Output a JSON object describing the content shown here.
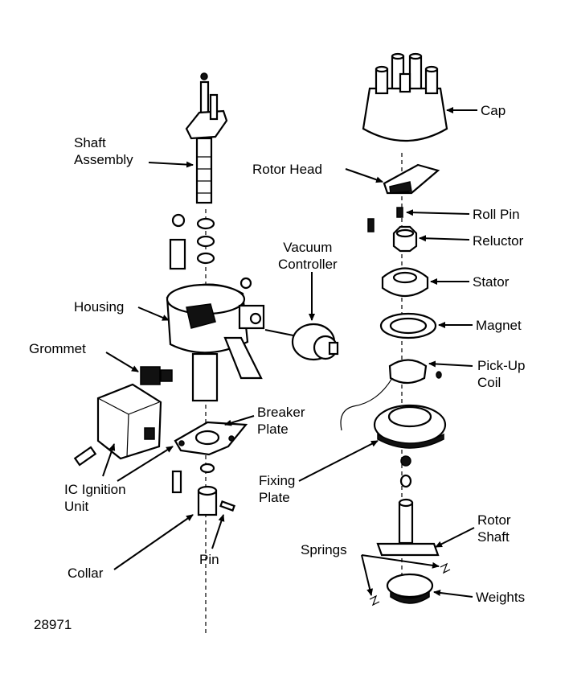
{
  "diagram": {
    "figure_number": "28971",
    "labels": {
      "shaft_assembly": [
        "Shaft",
        "Assembly"
      ],
      "housing": "Housing",
      "vacuum_controller": [
        "Vacuum",
        "Controller"
      ],
      "grommet": "Grommet",
      "breaker_plate": [
        "Breaker",
        "Plate"
      ],
      "ic_ignition_unit": [
        "IC Ignition",
        "Unit"
      ],
      "collar": "Collar",
      "pin": "Pin",
      "cap": "Cap",
      "rotor_head": "Rotor Head",
      "roll_pin": "Roll Pin",
      "reluctor": "Reluctor",
      "stator": "Stator",
      "magnet": "Magnet",
      "pick_up_coil": [
        "Pick-Up",
        "Coil"
      ],
      "fixing_plate": [
        "Fixing",
        "Plate"
      ],
      "rotor_shaft": [
        "Rotor",
        "Shaft"
      ],
      "springs": "Springs",
      "weights": "Weights"
    }
  }
}
